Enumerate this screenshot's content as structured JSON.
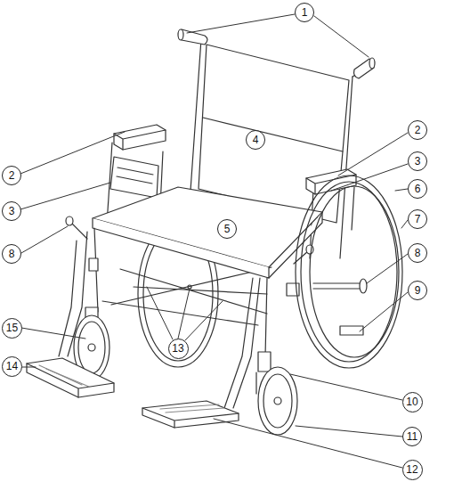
{
  "diagram": {
    "nodes": [
      {
        "text": [
          "1"
        ]
      },
      {
        "text": [
          "2"
        ]
      },
      {
        "text": [
          "2"
        ]
      },
      {
        "text": [
          "3"
        ]
      },
      {
        "text": [
          "3"
        ]
      },
      {
        "text": [
          "4"
        ]
      },
      {
        "text": [
          "5"
        ]
      },
      {
        "text": [
          "6"
        ]
      },
      {
        "text": [
          "7"
        ]
      },
      {
        "text": [
          "8"
        ]
      },
      {
        "text": [
          "8"
        ]
      },
      {
        "text": [
          "9"
        ]
      },
      {
        "text": [
          "15"
        ]
      },
      {
        "text": [
          "13"
        ]
      },
      {
        "text": [
          "14"
        ]
      },
      {
        "text": [
          "10"
        ]
      },
      {
        "text": [
          "11"
        ]
      },
      {
        "text": [
          "12"
        ]
      }
    ]
  }
}
